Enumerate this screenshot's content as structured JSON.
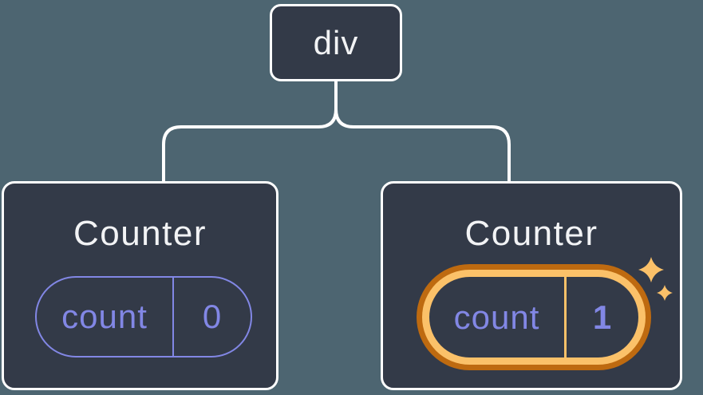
{
  "diagram": {
    "root": {
      "label": "div"
    },
    "children": [
      {
        "title": "Counter",
        "state": {
          "key": "count",
          "value": "0"
        },
        "highlighted": false
      },
      {
        "title": "Counter",
        "state": {
          "key": "count",
          "value": "1"
        },
        "highlighted": true
      }
    ]
  },
  "icons": {
    "sparkles": "sparkles-icon"
  },
  "colors": {
    "background": "#4D6571",
    "node-fill": "#333A48",
    "node-border": "#FFFFFF",
    "text-primary": "#F2F3F5",
    "state-purple": "#8287E5",
    "orange-dark": "#BE6A10",
    "orange-light": "#FBC169",
    "connector": "#FFFFFF"
  }
}
